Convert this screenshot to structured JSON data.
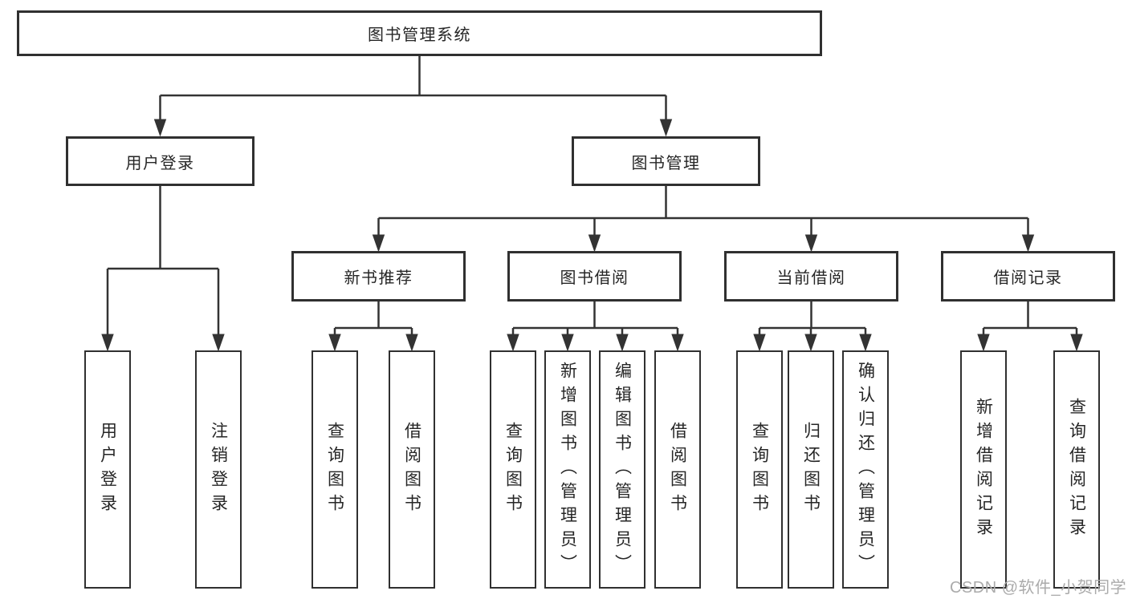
{
  "tree": {
    "label": "图书管理系统",
    "children": [
      {
        "label": "用户登录",
        "children": [
          {
            "label": "用户登录"
          },
          {
            "label": "注销登录"
          }
        ]
      },
      {
        "label": "图书管理",
        "children": [
          {
            "label": "新书推荐",
            "children": [
              {
                "label": "查询图书"
              },
              {
                "label": "借阅图书"
              }
            ]
          },
          {
            "label": "图书借阅",
            "children": [
              {
                "label": "查询图书"
              },
              {
                "label": "新增图书（管理员）"
              },
              {
                "label": "编辑图书（管理员）"
              },
              {
                "label": "借阅图书"
              }
            ]
          },
          {
            "label": "当前借阅",
            "children": [
              {
                "label": "查询图书"
              },
              {
                "label": "归还图书"
              },
              {
                "label": "确认归还（管理员）"
              }
            ]
          },
          {
            "label": "借阅记录",
            "children": [
              {
                "label": "新增借阅记录"
              },
              {
                "label": "查询借阅记录"
              }
            ]
          }
        ]
      }
    ]
  },
  "watermark": {
    "text": "CSDN @软件_小贺同学"
  },
  "colors": {
    "line": "#333333",
    "box_border": "#303030",
    "text": "#262626",
    "background": "#ffffff",
    "watermark": "#ababab"
  }
}
